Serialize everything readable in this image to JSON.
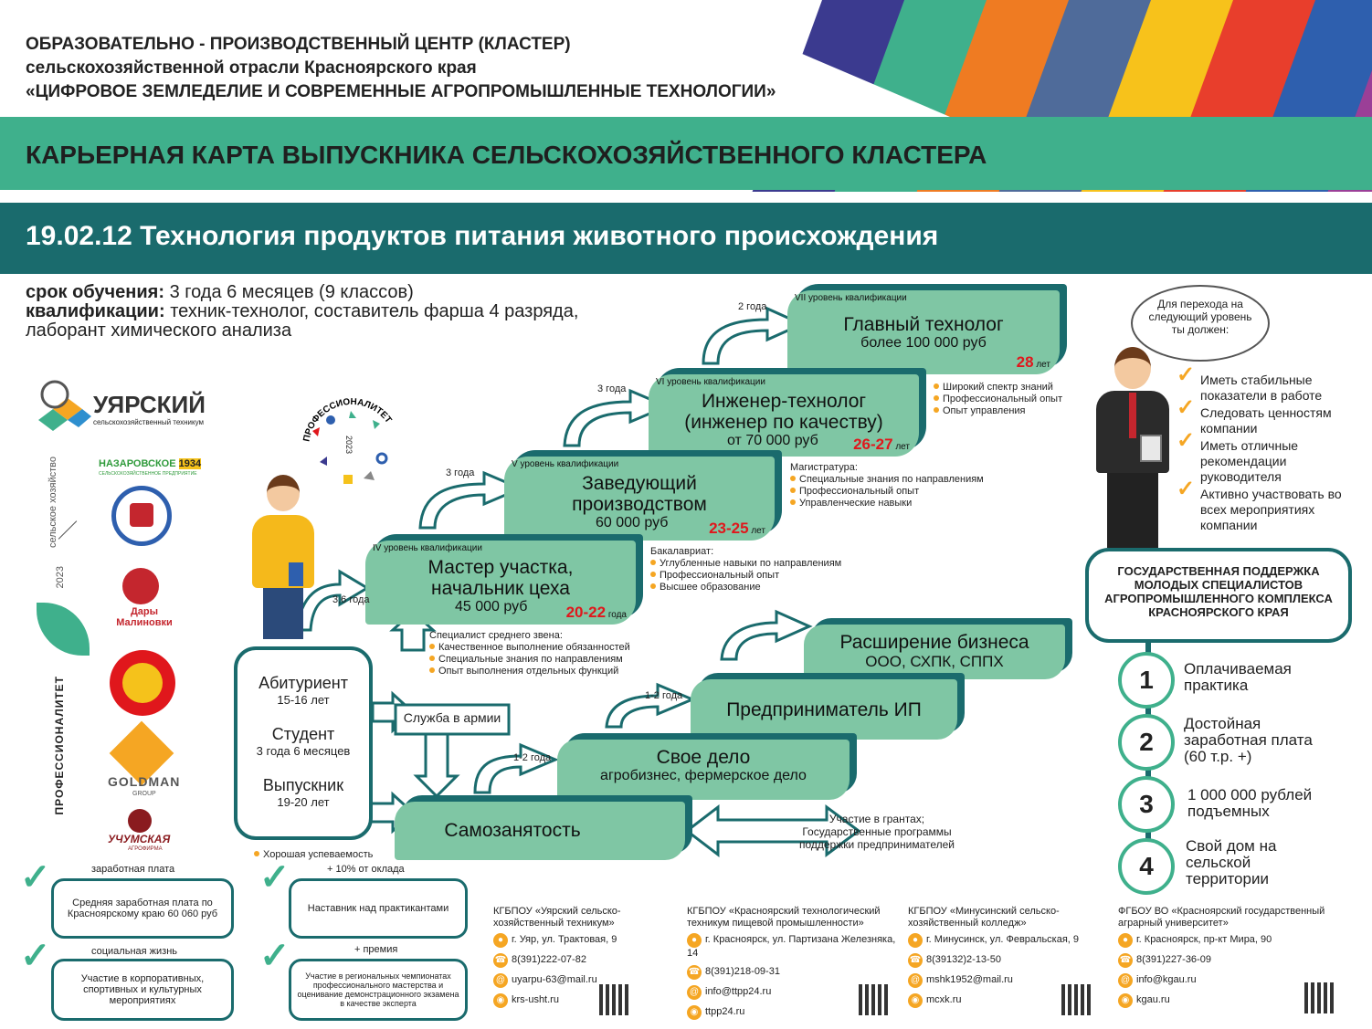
{
  "header": {
    "line1": "ОБРАЗОВАТЕЛЬНО - ПРОИЗВОДСТВЕННЫЙ ЦЕНТР (КЛАСТЕР)",
    "line2": "сельскохозяйственной отрасли Красноярского края",
    "line3": "«ЦИФРОВОЕ ЗЕМЛЕДЕЛИЕ И СОВРЕМЕННЫЕ АГРОПРОМЫШЛЕННЫЕ ТЕХНОЛОГИИ»"
  },
  "title": "КАРЬЕРНАЯ КАРТА ВЫПУСКНИКА СЕЛЬСКОХОЗЯЙСТВЕННОГО КЛАСТЕРА",
  "specialty": "19.02.12 Технология продуктов питания животного происхождения",
  "colors": {
    "green": "#3fb08c",
    "teal": "#1a6b6d",
    "step": "#7fc6a4",
    "orange": "#f5a623",
    "red": "#e0171c"
  },
  "info": {
    "term_label": "срок обучения:",
    "term": "3 года 6 месяцев (9 классов)",
    "qual_label": "квалификации:",
    "qual": "техник-технолог, составитель фарша 4 разряда,",
    "qual2": "лаборант химического анализа"
  },
  "logos": {
    "uyar": "УЯРСКИЙ",
    "uyar_sub": "сельскохозяйственный техникум",
    "agro": "сельское хозяйство",
    "year": "2023",
    "naz": "НАЗАРОВСКОЕ",
    "naz_year": "1934",
    "naz_sub": "СЕЛЬСКОХОЗЯЙСТВЕННОЕ ПРЕДПРИЯТИЕ",
    "dary": "Дары Малиновки",
    "goldman": "GOLDMAN",
    "goldman_sub": "GROUP",
    "uchum": "УЧУМСКАЯ",
    "uchum_sub": "АГРОФИРМА",
    "prof": "ПРОФЕССИОНАЛИТЕТ",
    "prof_year": "2023"
  },
  "levels": [
    {
      "lvl": "VII уровень квалификации",
      "title": "Главный технолог",
      "salary": "более 100 000 руб",
      "age": "28",
      "age_unit": "лет",
      "years": "2 года"
    },
    {
      "lvl": "VI уровень квалификации",
      "title": "Инженер-технолог (инженер по качеству)",
      "salary": "от 70 000 руб",
      "age": "26-27",
      "age_unit": "лет",
      "years": "3 года"
    },
    {
      "lvl": "V уровень квалификации",
      "title": "Заведующий производством",
      "salary": "60 000 руб",
      "age": "23-25",
      "age_unit": "лет",
      "years": "3 года"
    },
    {
      "lvl": "IV уровень квалификации",
      "title": "Мастер участка, начальник цеха",
      "salary": "45 000 руб",
      "age": "20-22",
      "age_unit": "года",
      "years": "3,6 года"
    }
  ],
  "notes": {
    "n6": [
      "Широкий спектр знаний",
      "Профессиональный опыт",
      "Опыт управления"
    ],
    "n5_head": "Магистратура:",
    "n5": [
      "Специальные знания по направлениям",
      "Профессиональный опыт",
      "Управленческие навыки"
    ],
    "n4_head": "Бакалавриат:",
    "n4": [
      "Углубленные навыки по направлениям",
      "Профессиональный опыт",
      "Высшее образование"
    ],
    "n3_head": "Специалист среднего звена:",
    "n3": [
      "Качественное выполнение обязанностей",
      "Специальные знания по направлениям",
      "Опыт выполнения отдельных функций"
    ]
  },
  "student": {
    "a1": "Абитуриент",
    "a2": "15-16 лет",
    "s1": "Студент",
    "s2": "3 года 6 месяцев",
    "g1": "Выпускник",
    "g2": "19-20 лет",
    "army": "Служба в армии",
    "good": "Хорошая успеваемость"
  },
  "biz": {
    "expand": "Расширение бизнеса",
    "expand_sub": "ООО, СХПК, СППХ",
    "ip": "Предприниматель ИП",
    "own": "Свое дело",
    "own_sub": "агробизнес, фермерское дело",
    "self": "Самозанятость",
    "y1": "1-2 года",
    "y2": "1-2 года",
    "grants": "Участие в грантах;\nГосударственные программы\nподдержки предпринимателей"
  },
  "bubble": "Для перехода на следующий уровень ты должен:",
  "must": [
    "Иметь стабильные показатели в работе",
    "Следовать ценностям компании",
    "Иметь отличные рекомендации руководителя",
    "Активно участвовать во всех мероприятиях компании"
  ],
  "support": {
    "title": "ГОСУДАРСТВЕННАЯ ПОДДЕРЖКА МОЛОДЫХ СПЕЦИАЛИСТОВ АГРОПРОМЫШЛЕННОГО КОМПЛЕКСА КРАСНОЯРСКОГО КРАЯ",
    "items": [
      {
        "n": "1",
        "t": "Оплачиваемая практика"
      },
      {
        "n": "2",
        "t": "Достойная заработная плата (60 т.р. +)"
      },
      {
        "n": "3",
        "t": "1 000 000 рублей подъемных"
      },
      {
        "n": "4",
        "t": "Свой дом на сельской территории"
      }
    ]
  },
  "bottom": {
    "salary_h": "заработная плата",
    "salary": "Средняя заработная плата по Красноярскому краю 60 060 руб",
    "social_h": "социальная жизнь",
    "social": "Участие в корпоративных, спортивных и культурных мероприятиях",
    "plus10": "+ 10% от оклада",
    "mentor": "Наставник над практикантами",
    "bonus": "+ премия",
    "champ": "Участие в региональных чемпионатах профессионального мастерства и оценивание демонстрационного экзамена в качестве эксперта"
  },
  "contacts": [
    {
      "name": "КГБПОУ «Уярский сельско-хозяйственный техникум»",
      "addr": "г. Уяр, ул. Трактовая, 9",
      "phone": "8(391)222-07-82",
      "mail": "uyarpu-63@mail.ru",
      "web": "krs-usht.ru"
    },
    {
      "name": "КГБПОУ «Красноярский технологический техникум пищевой промышленности»",
      "addr": "г. Красноярск, ул. Партизана Железняка, 14",
      "phone": "8(391)218-09-31",
      "mail": "info@ttpp24.ru",
      "web": "ttpp24.ru"
    },
    {
      "name": "КГБПОУ «Минусинский сельско-хозяйственный колледж»",
      "addr": "г. Минусинск, ул. Февральская, 9",
      "phone": "8(39132)2-13-50",
      "mail": "mshk1952@mail.ru",
      "web": "mcxk.ru"
    },
    {
      "name": "ФГБОУ ВО «Красноярский государственный аграрный университет»",
      "addr": "г. Красноярск, пр-кт Мира, 90",
      "phone": "8(391)227-36-09",
      "mail": "info@kgau.ru",
      "web": "kgau.ru"
    }
  ]
}
